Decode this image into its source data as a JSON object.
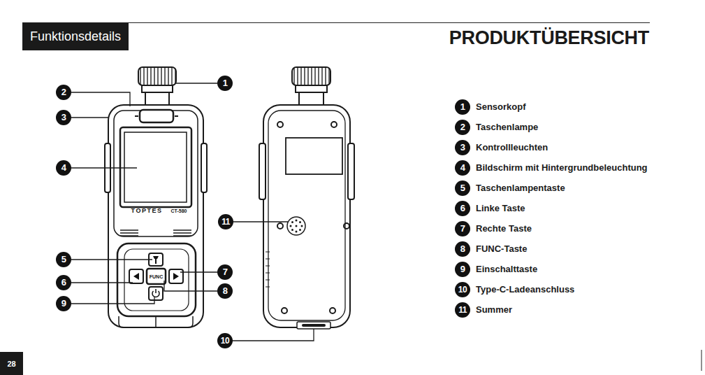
{
  "diagram": {
    "title": "PRODUKTÜBERSICHT",
    "nodes": [
      {
        "text": [
          "Funktionsdetails"
        ]
      },
      {
        "text": [
          "28"
        ]
      }
    ],
    "labels": [
      "1",
      "2",
      "3",
      "4",
      "5",
      "6",
      "9",
      "7",
      "8",
      "11",
      "10",
      "TOPTES",
      "CT-580",
      "FUNC",
      "1",
      "Sensorkopf",
      "2",
      "Taschenlampe",
      "3",
      "Kontrollleuchten",
      "4",
      "Bildschirm mit Hintergrundbeleuchtung",
      "5",
      "Taschenlampentaste",
      "6",
      "Linke Taste",
      "7",
      "Rechte Taste",
      "8",
      "FUNC-Taste",
      "9",
      "Einschalttaste",
      "10",
      "Type-C-Ladeanschluss",
      "11",
      "Summer"
    ]
  }
}
